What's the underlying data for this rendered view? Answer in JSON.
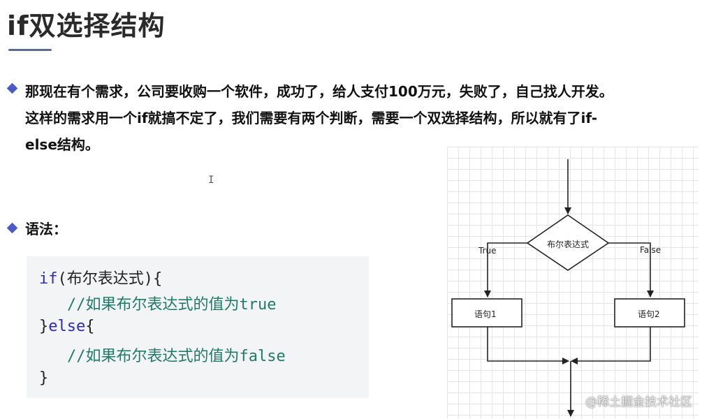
{
  "title": "if双选择结构",
  "paragraph": {
    "line1": "那现在有个需求，公司要收购一个软件，成功了，给人支付100万元，失败了，自己找人开发。",
    "line2": "这样的需求用一个if就搞不定了，我们需要有两个判断，需要一个双选择结构，所以就有了if-",
    "line3": "else结构。"
  },
  "syntax_label": "语法：",
  "cursor_glyph": "I",
  "code": {
    "kw_if": "if",
    "line1_rest": "(布尔表达式){",
    "comment1_prefix": "//如果布尔表达式的值为",
    "comment1_value": "true",
    "brace_open_else": "}",
    "kw_else": "else",
    "else_brace": "{",
    "comment2_prefix": "//如果布尔表达式的值为",
    "comment2_value": "false",
    "line5": "}"
  },
  "flowchart": {
    "condition": "布尔表达式",
    "true_label": "True",
    "false_label": "False",
    "stmt1": "语句1",
    "stmt2": "语句2"
  },
  "watermark": "@稀土掘金技术社区",
  "colors": {
    "bullet": "#4a5bc7",
    "keyword": "#2b2bb8",
    "comment": "#1f7a6a",
    "underline": "#5a6b8f"
  }
}
